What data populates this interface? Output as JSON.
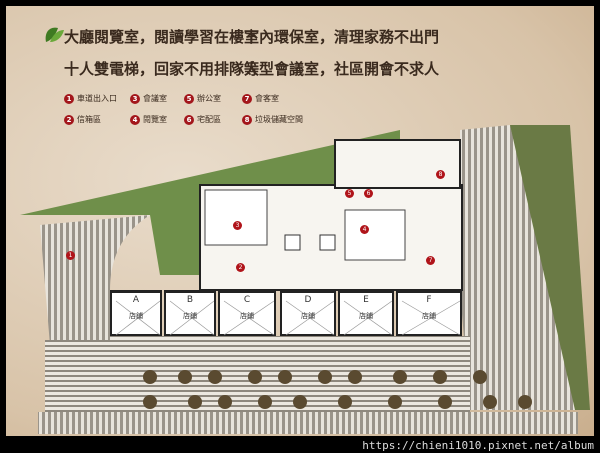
{
  "headlines": [
    "大廳閱覽室，閱讀學習在樓下",
    "室內環保室，清理家務不出門",
    "十人雙電梯，回家不用排隊等",
    "大型會議室，社區開會不求人"
  ],
  "legend": [
    {
      "num": "1",
      "label": "車道出入口"
    },
    {
      "num": "2",
      "label": "信箱區"
    },
    {
      "num": "3",
      "label": "會議室"
    },
    {
      "num": "4",
      "label": "閱覽室"
    },
    {
      "num": "5",
      "label": "辦公室"
    },
    {
      "num": "6",
      "label": "宅配區"
    },
    {
      "num": "7",
      "label": "會客室"
    },
    {
      "num": "8",
      "label": "垃圾儲藏空間"
    }
  ],
  "shops": [
    {
      "letter": "A",
      "label": "店鋪"
    },
    {
      "letter": "B",
      "label": "店鋪"
    },
    {
      "letter": "C",
      "label": "店鋪"
    },
    {
      "letter": "D",
      "label": "店鋪"
    },
    {
      "letter": "E",
      "label": "店鋪"
    },
    {
      "letter": "F",
      "label": "店鋪"
    }
  ],
  "markers": [
    "1",
    "2",
    "3",
    "4",
    "5",
    "6",
    "7",
    "8"
  ],
  "watermark": "https://chieni1010.pixnet.net/album",
  "colors": {
    "marker": "#a3161b",
    "paper": "#e3d3bd",
    "lawn": "#6f8f4a",
    "headline": "#3a2a1e"
  }
}
